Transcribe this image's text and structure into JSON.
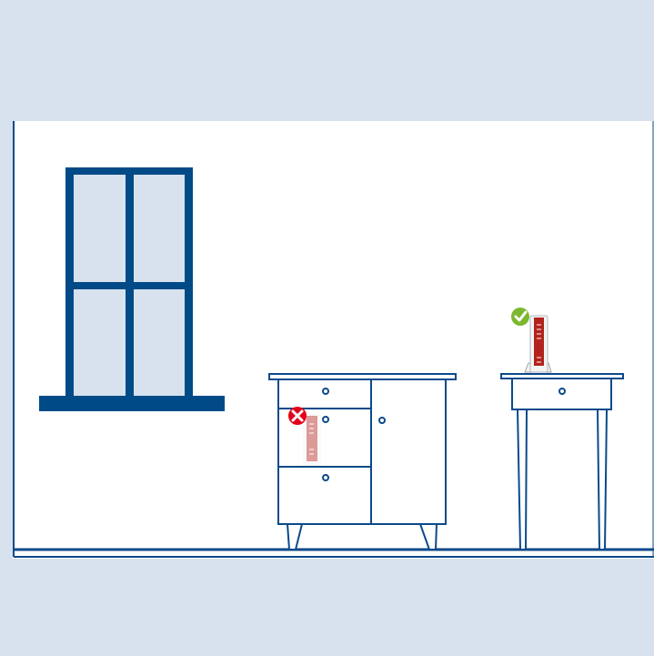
{
  "colors": {
    "outer_background": "#d7e2ee",
    "room_background": "#ffffff",
    "line": "#0a4a8a",
    "window_frame": "#004b87",
    "window_glass": "#d7e2ee",
    "router_red": "#b3221c",
    "router_white": "#f4f4f4",
    "bad_badge": "#e2001a",
    "good_badge": "#7cb82f"
  },
  "placements": [
    {
      "name": "router-inside-cabinet",
      "status": "bad",
      "badge_icon": "cross-icon"
    },
    {
      "name": "router-on-side-table",
      "status": "good",
      "badge_icon": "checkmark-icon"
    }
  ]
}
